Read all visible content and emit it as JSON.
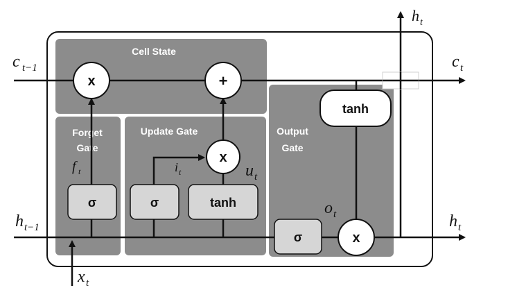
{
  "regions": {
    "cell_state": "Cell State",
    "forget_gate_line1": "Forget",
    "forget_gate_line2": "Gate",
    "update_gate": "Update Gate",
    "output_gate_line1": "Output",
    "output_gate_line2": "Gate"
  },
  "operators": {
    "multiply": "x",
    "add": "+"
  },
  "activations": {
    "sigma": "σ",
    "tanh": "tanh"
  },
  "variables": {
    "c_prev_main": "c",
    "c_prev_sub": "t−1",
    "c_t_main": "c",
    "c_t_sub": "t",
    "h_prev_main": "h",
    "h_prev_sub": "t−1",
    "h_t_main": "h",
    "h_t_sub": "t",
    "x_t_main": "x",
    "x_t_sub": "t",
    "f_t_main": "f",
    "f_t_sub": "t",
    "i_t_main": "i",
    "i_t_sub": "t",
    "u_t_main": "u",
    "u_t_sub": "t",
    "o_t_main": "o",
    "o_t_sub": "t"
  },
  "colors": {
    "region_fill": "#8c8c8c",
    "box_fill": "#d6d6d6",
    "line": "#111111",
    "white": "#ffffff"
  }
}
